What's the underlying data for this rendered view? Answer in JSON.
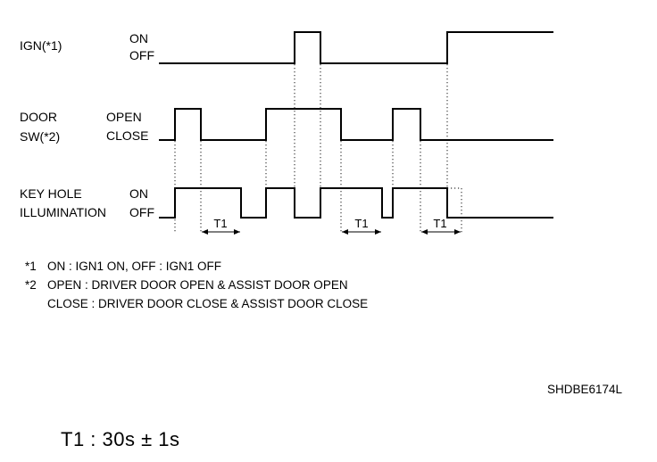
{
  "signals": [
    {
      "name_lines": [
        "IGN(*1)"
      ],
      "states": [
        "ON",
        "OFF"
      ]
    },
    {
      "name_lines": [
        "DOOR",
        "SW(*2)"
      ],
      "states": [
        "OPEN",
        "CLOSE"
      ]
    },
    {
      "name_lines": [
        "KEY HOLE",
        "ILLUMINATION"
      ],
      "states": [
        "ON",
        "OFF"
      ]
    }
  ],
  "timer_labels": [
    "T1",
    "T1",
    "T1"
  ],
  "notes": [
    {
      "marker": "*1",
      "text": "ON : IGN1 ON, OFF : IGN1 OFF"
    },
    {
      "marker": "*2",
      "text": "OPEN : DRIVER DOOR OPEN & ASSIST DOOR OPEN"
    },
    {
      "marker": "",
      "text": "CLOSE : DRIVER DOOR CLOSE & ASSIST DOOR CLOSE"
    }
  ],
  "figure_code": "SHDBE6174L",
  "timer_spec": "T1 : 30s ± 1s",
  "colors": {
    "ink": "#000000",
    "paper": "#ffffff"
  }
}
